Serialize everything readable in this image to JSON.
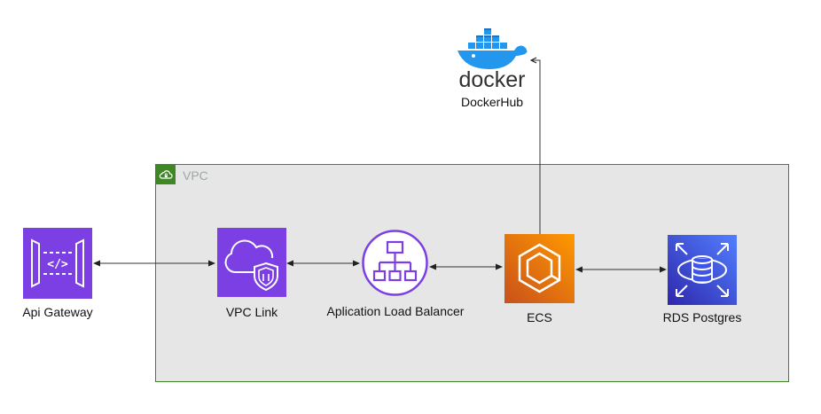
{
  "vpc": {
    "label": "VPC"
  },
  "nodes": {
    "api_gateway": {
      "label": "Api Gateway",
      "color": "#7b3fe4"
    },
    "vpc_link": {
      "label": "VPC Link",
      "color": "#7b3fe4"
    },
    "alb": {
      "label": "Aplication Load Balancer",
      "color": "#7b3fe4"
    },
    "ecs": {
      "label": "ECS",
      "color": "#ed7100"
    },
    "rds": {
      "label": "RDS Postgres",
      "color": "#3b48cc"
    },
    "dockerhub": {
      "label": "DockerHub",
      "logo_text": "docker",
      "color": "#2396ed"
    }
  },
  "edges": [
    {
      "from": "api_gateway",
      "to": "vpc_link",
      "direction": "both"
    },
    {
      "from": "vpc_link",
      "to": "alb",
      "direction": "both"
    },
    {
      "from": "alb",
      "to": "ecs",
      "direction": "both"
    },
    {
      "from": "ecs",
      "to": "rds",
      "direction": "both"
    },
    {
      "from": "ecs",
      "to": "dockerhub",
      "direction": "forward"
    }
  ]
}
